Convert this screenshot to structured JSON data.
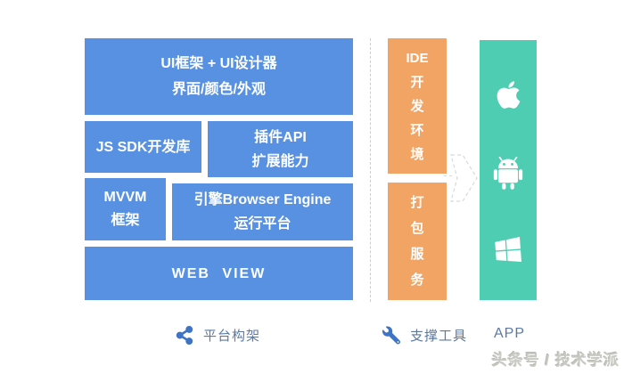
{
  "palette": {
    "blue": "#5891E1",
    "orange": "#F2A464",
    "teal": "#4FCDB2",
    "icon_blue": "#3D74C6",
    "legend_text": "#5B79A3",
    "dash_gray": "#CDCDCD",
    "watermark_gray": "#C9C9C3"
  },
  "platform": {
    "ui": {
      "line1": "UI框架 + UI设计器",
      "line2": "界面/颜色/外观"
    },
    "js_sdk": {
      "line1": "JS SDK开发库"
    },
    "plugin": {
      "line1": "插件API",
      "line2": "扩展能力"
    },
    "mvvm": {
      "line1": "MVVM",
      "line2": "框架"
    },
    "engine": {
      "line1": "引擎Browser Engine",
      "line2": "运行平台"
    },
    "webview": {
      "line1": "WEB VIEW"
    }
  },
  "tools": {
    "ide": {
      "lines": [
        "IDE",
        "开",
        "发",
        "环",
        "境"
      ]
    },
    "package": {
      "lines": [
        "打",
        "包",
        "服",
        "务"
      ]
    }
  },
  "app_platforms": [
    "apple",
    "android",
    "windows"
  ],
  "legend": {
    "platform_label": "平台构架",
    "tools_label": "支撑工具",
    "app_label": "APP"
  },
  "watermark": "头条号 / 技术学派"
}
